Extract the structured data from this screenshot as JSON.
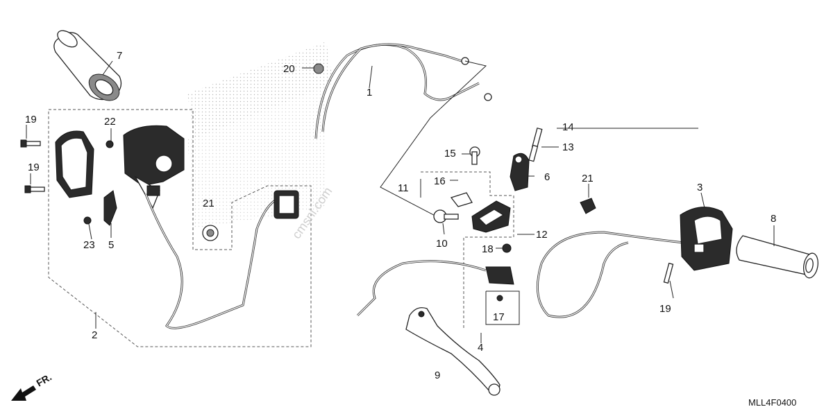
{
  "diagram": {
    "part_labels": [
      "1",
      "2",
      "3",
      "4",
      "5",
      "6",
      "7",
      "8",
      "9",
      "10",
      "11",
      "12",
      "13",
      "14",
      "15",
      "16",
      "17",
      "18",
      "19",
      "19",
      "19",
      "20",
      "21",
      "21",
      "22",
      "23"
    ],
    "watermark": "cmsnl.com",
    "direction_label": "FR.",
    "diagram_code": "MLL4F0400"
  }
}
